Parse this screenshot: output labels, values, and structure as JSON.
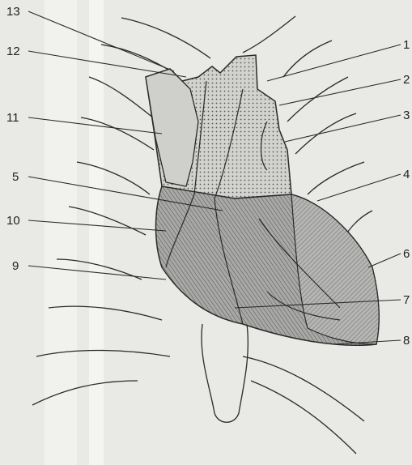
{
  "figure": {
    "labels": [
      "1",
      "2",
      "3",
      "4",
      "5",
      "6",
      "7",
      "8",
      "9",
      "10",
      "11",
      "12",
      "13"
    ]
  },
  "colors": {
    "paper": "#e9e9e6",
    "ink": "#2a2a2a",
    "shade_light": "#c9c9c6",
    "shade_dark": "#9d9d9b"
  },
  "icons": {
    "structure": "anatomical-line-drawing",
    "leader": "leader-line"
  }
}
